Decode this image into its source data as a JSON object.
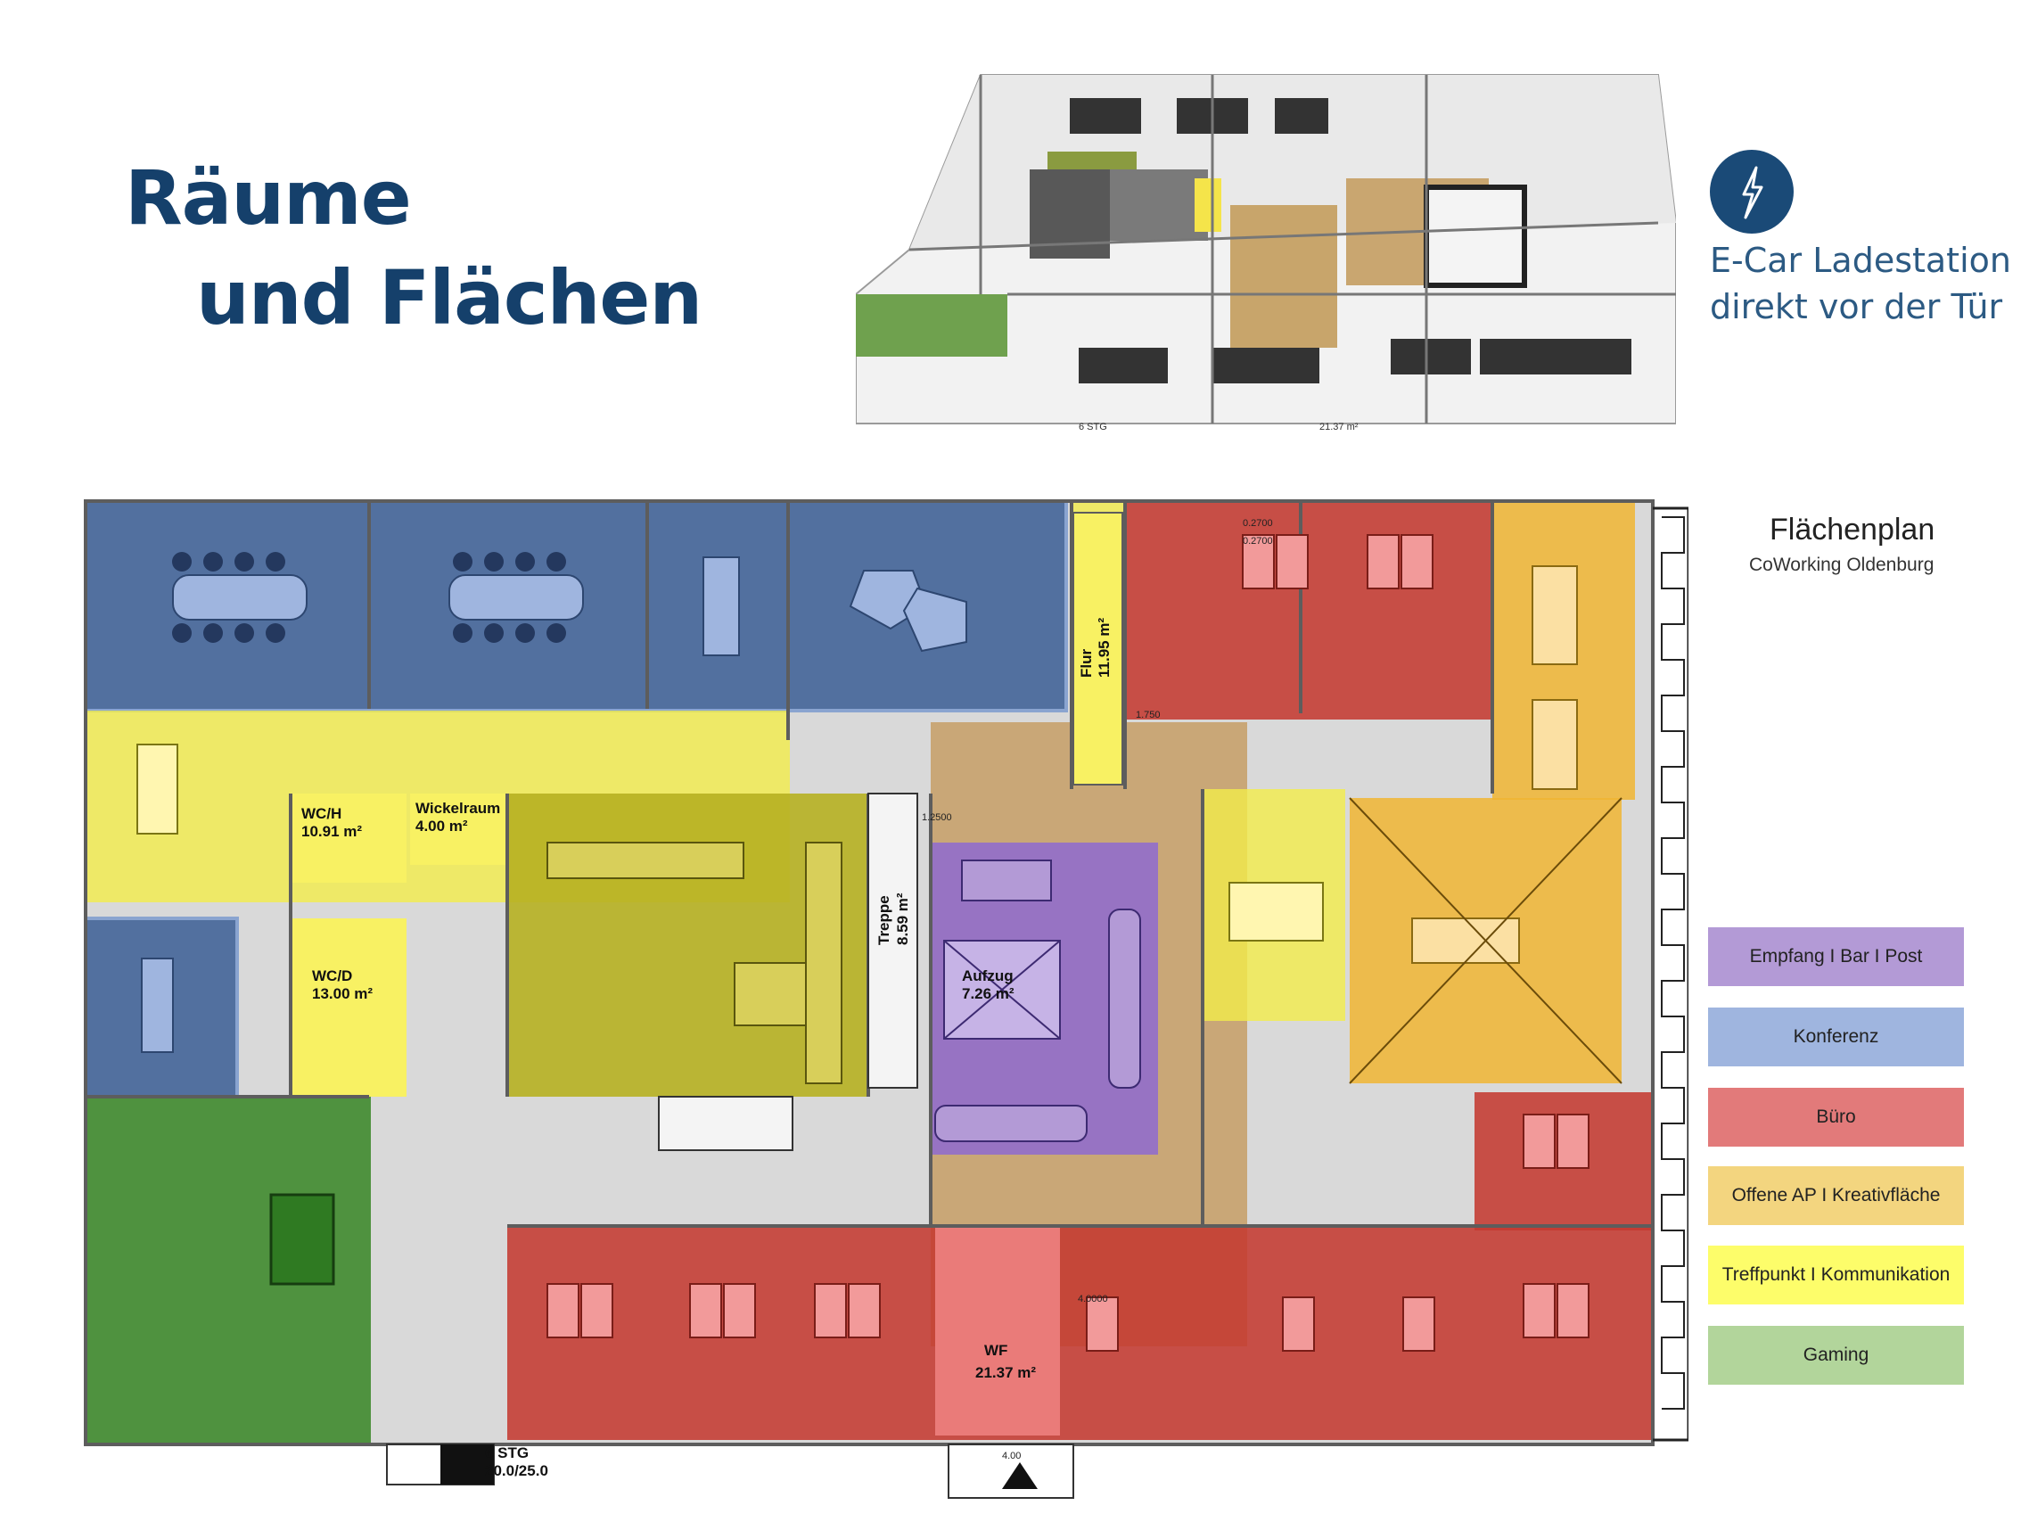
{
  "heading": {
    "line1": "Räume",
    "line2": "und Flächen"
  },
  "ev": {
    "icon": "lightning-icon",
    "line1": "E-Car Ladestation",
    "line2": "direkt vor der Tür"
  },
  "plan": {
    "title": "Flächenplan",
    "subtitle": "CoWorking Oldenburg",
    "rooms": {
      "wch": "WC/H",
      "wch_area": "10.91 m²",
      "wickel": "Wickelraum",
      "wickel_area": "4.00 m²",
      "wcd": "WC/D",
      "wcd_area": "13.00 m²",
      "treppe": "Treppe",
      "treppe_area": "8.59 m²",
      "aufzug": "Aufzug",
      "aufzug_area": "7.26 m²",
      "flur": "Flur",
      "flur_area": "11.95 m²",
      "wf": "WF",
      "wf_area": "21.37 m²",
      "stg": "6 STG",
      "stg_dim": "20.0/25.0",
      "dim1": "0.2700",
      "dim2": "0.2700",
      "dim3": "1.750",
      "dim4": "1.2500",
      "dim5": "4.0000",
      "dim6": "4.00",
      "persp_stg": "6 STG",
      "persp_area": "21.37 m²"
    }
  },
  "legend": [
    {
      "label": "Empfang I Bar I Post",
      "color": "#b39ad6"
    },
    {
      "label": "Konferenz",
      "color": "#9fb5df"
    },
    {
      "label": "Büro",
      "color": "#e27a7a"
    },
    {
      "label": "Offene AP I Kreativfläche",
      "color": "#f3d57f"
    },
    {
      "label": "Treffpunkt I Kommunikation",
      "color": "#fdfd6a"
    },
    {
      "label": "Gaming",
      "color": "#b2d59b"
    }
  ]
}
